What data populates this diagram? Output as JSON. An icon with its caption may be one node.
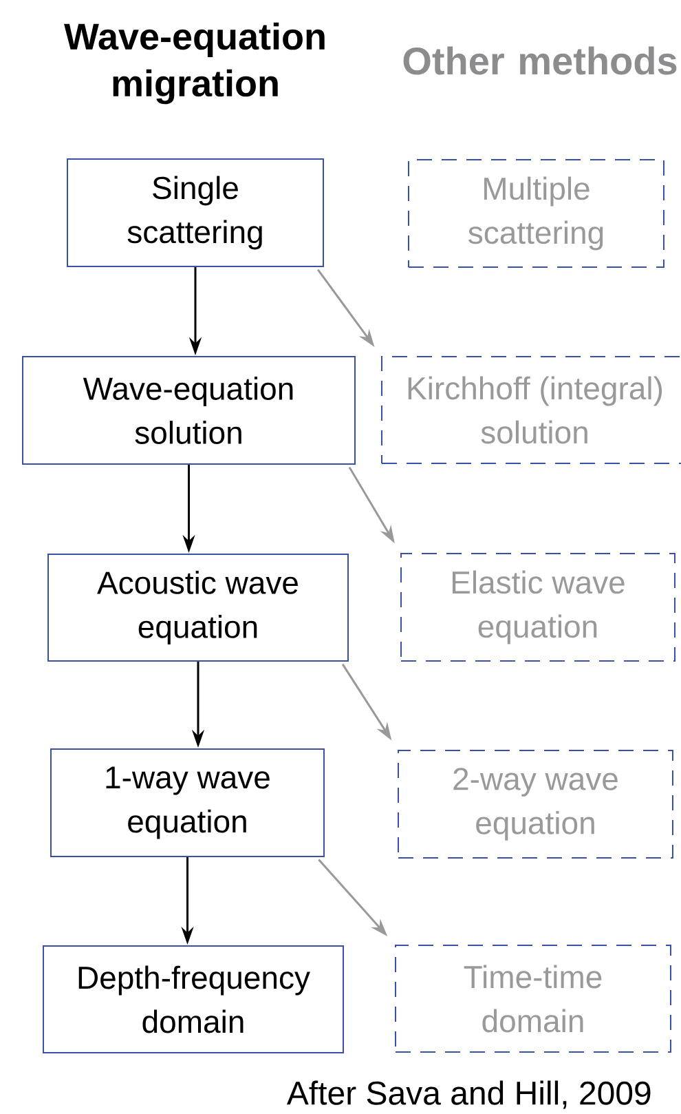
{
  "diagram": {
    "nodes": [
      {
        "text": [
          "Single scattering"
        ]
      },
      {
        "text": [
          "Multiple scattering"
        ]
      },
      {
        "text": [
          "Wave-equation solution"
        ]
      },
      {
        "text": [
          "Kirchhoff (integral) solution"
        ]
      },
      {
        "text": [
          "Acoustic wave equation"
        ]
      },
      {
        "text": [
          "Elastic wave equation"
        ]
      },
      {
        "text": [
          "1-way wave equation"
        ]
      },
      {
        "text": [
          "2-way wave equation"
        ]
      },
      {
        "text": [
          "Depth-frequency domain"
        ]
      },
      {
        "text": [
          "Time-time domain"
        ]
      }
    ],
    "edges": [
      {
        "from": 0,
        "to": 2,
        "arrow": "to"
      },
      {
        "from": 2,
        "to": 4,
        "arrow": "to"
      },
      {
        "from": 4,
        "to": 6,
        "arrow": "to"
      },
      {
        "from": 6,
        "to": 8,
        "arrow": "to"
      },
      {
        "from": 0,
        "to": 3,
        "arrow": "to",
        "color": "#999999"
      },
      {
        "from": 2,
        "to": 5,
        "arrow": "to",
        "color": "#999999"
      },
      {
        "from": 4,
        "to": 7,
        "arrow": "to",
        "color": "#999999"
      },
      {
        "from": 6,
        "to": 9,
        "arrow": "to",
        "color": "#999999"
      }
    ],
    "labels": [
      "Wave-equation migration",
      "Other methods"
    ],
    "caption": "After Sava and Hill, 2009"
  }
}
